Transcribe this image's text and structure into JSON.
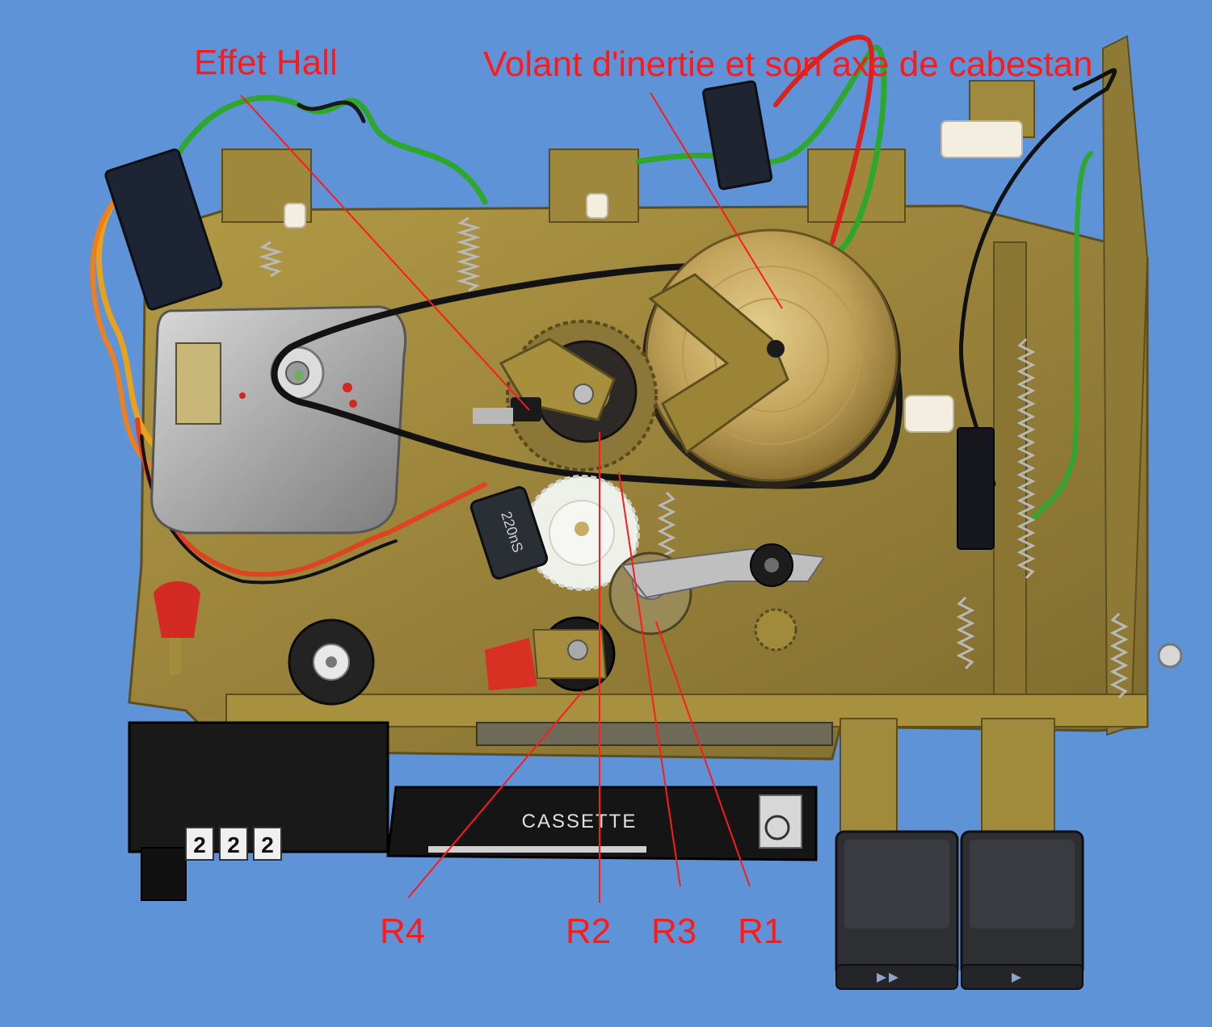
{
  "annotations": {
    "hall_effect": "Effet Hall",
    "flywheel": "Volant d'inertie et son axe de cabestan",
    "r1": "R1",
    "r2": "R2",
    "r3": "R3",
    "r4": "R4"
  },
  "device": {
    "cassette_label": "CASSETTE",
    "component_marking": "220nS",
    "counter_digits": [
      "2",
      "2",
      "2"
    ]
  },
  "colors": {
    "background": "#5f93d8",
    "annotation": "#ff1a1a",
    "chassis": "#a58f3c",
    "brass": "#c7ac62"
  }
}
